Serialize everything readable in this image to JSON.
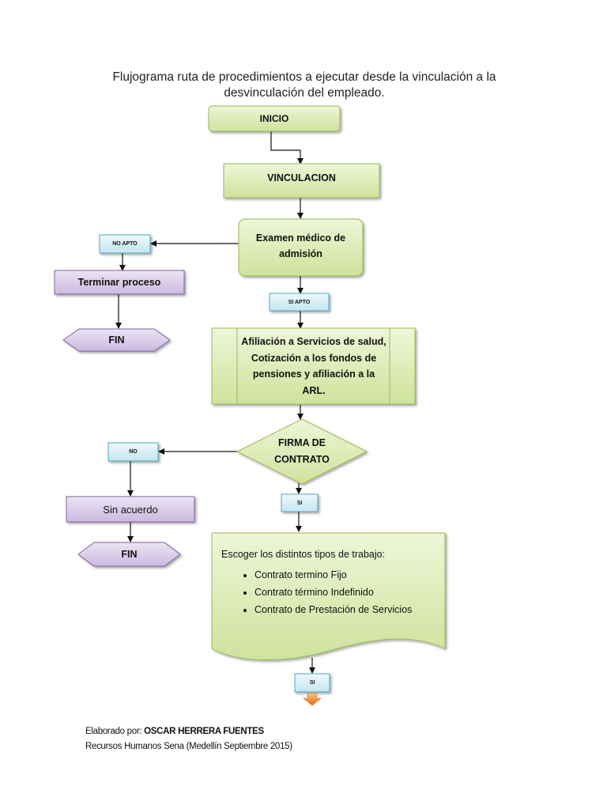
{
  "title": {
    "line1": "Flujograma ruta de procedimientos a ejecutar desde la vinculación a la",
    "line2": "desvinculación del empleado."
  },
  "nodes": {
    "inicio": "INICIO",
    "vinculacion": "VINCULACION",
    "examen": "Examen médico de admisión",
    "no_apto": "NO APTO",
    "terminar": "Terminar proceso",
    "fin1": "FIN",
    "si_apto": "SI APTO",
    "afiliacion": "Afiliación a Servicios de salud, Cotización a los fondos de pensiones y afiliación a la ARL.",
    "firma": "FIRMA DE CONTRATO",
    "no": "NO",
    "sin_acuerdo": "Sin acuerdo",
    "fin2": "FIN",
    "si1": "SI",
    "escoger": "Escoger los distintos tipos de trabajo:",
    "contratos": [
      "Contrato termino Fijo",
      "Contrato término Indefinido",
      "Contrato de Prestación de Servicios"
    ],
    "si2": "SI"
  },
  "footer": {
    "prefix": "Elaborado por: ",
    "author": "OSCAR HERRERA FUENTES",
    "line2": "Recursos Humanos Sena (Medellín Septiembre 2015)"
  },
  "colors": {
    "green_fill": "#dcebb4",
    "green_border": "#9bbb59",
    "purple_fill": "#d9cbe8",
    "purple_border": "#8064a2",
    "blue_fill": "#d7eef5",
    "blue_border": "#4bacc6",
    "orange_arrow": "#f79646"
  }
}
